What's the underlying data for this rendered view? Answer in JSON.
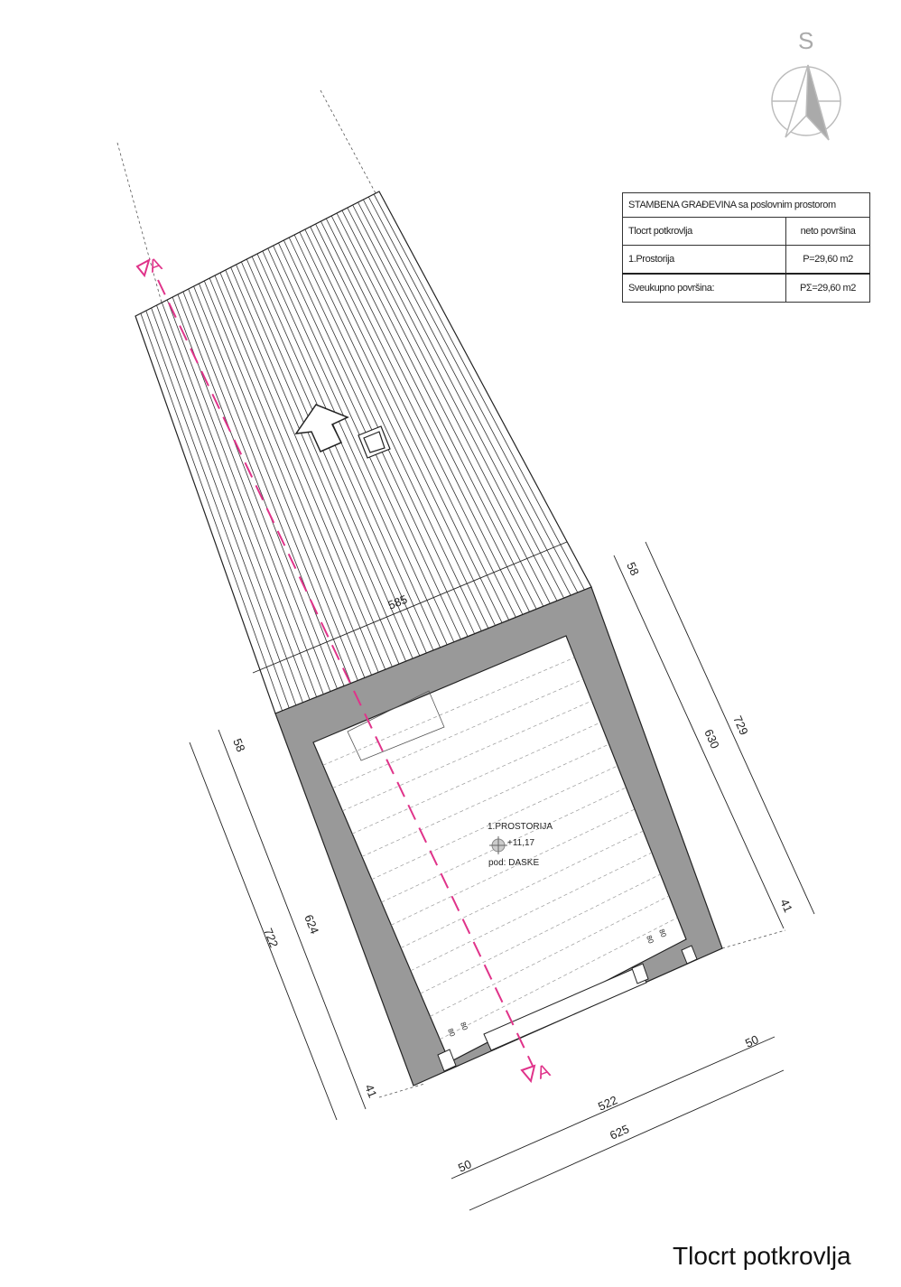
{
  "drawing_title": "Tlocrt potkrovlja",
  "compass": {
    "label": "S",
    "icon": "north-arrow-icon"
  },
  "area_table": {
    "header": "STAMBENA GRAĐEVINA sa poslovnim prostorom",
    "rows": [
      {
        "label": "Tlocrt potkrovlja",
        "value": "neto površina"
      },
      {
        "label": "1.Prostorija",
        "value": "P=29,60 m2"
      },
      {
        "label": "Sveukupno površina:",
        "value": "PΣ=29,60 m2"
      }
    ]
  },
  "room": {
    "name": "1.PROSTORIJA",
    "level": "+11,17",
    "floor": "pod: DASKE"
  },
  "section_marker": {
    "label": "A",
    "color": "#e0338a"
  },
  "dimensions": {
    "roof_width": "585",
    "left_outer": "722",
    "left_inner": "624",
    "left_top": "58",
    "left_bottom": "41",
    "right_outer": "729",
    "right_inner": "630",
    "right_top": "58",
    "right_bottom": "41",
    "bottom_inner": "522",
    "bottom_outer": "625",
    "bottom_left": "50",
    "bottom_right": "50",
    "door_a1": "80",
    "door_a2": "80",
    "door_b1": "80",
    "door_b2": "80"
  },
  "colors": {
    "wall": "#999999",
    "line": "#222222",
    "accent": "#e0338a"
  }
}
